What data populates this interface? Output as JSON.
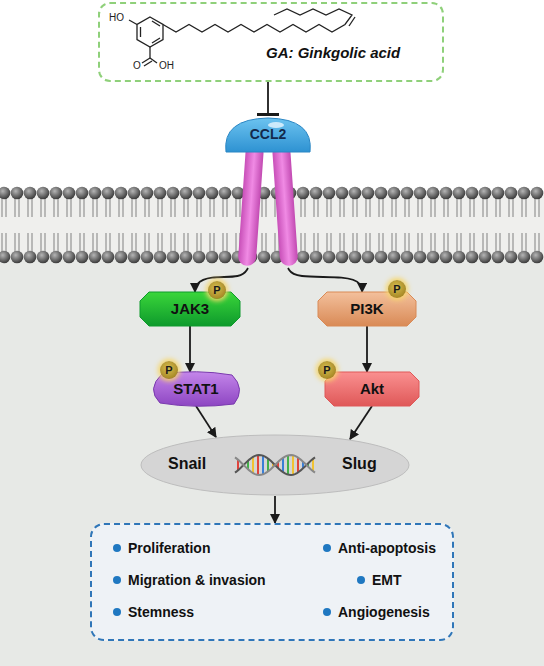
{
  "diagram": {
    "nodes": [
      {
        "text": [
          "GA: Ginkgolic acid"
        ]
      },
      {
        "text": [
          "CCL2"
        ]
      },
      {
        "text": [
          "JAK3"
        ]
      },
      {
        "text": [
          "PI3K"
        ]
      },
      {
        "text": [
          "STAT1"
        ]
      },
      {
        "text": [
          "Akt"
        ]
      },
      {
        "text": [
          "Snail",
          "Slug"
        ]
      },
      {
        "text": [
          "Proliferation",
          "Anti-apoptosis",
          "Migration & invasion",
          "EMT",
          "Stemness",
          "Angiogenesis"
        ]
      }
    ],
    "edges": [
      {
        "from": 0,
        "to": 1,
        "arrow": "to"
      },
      {
        "from": 1,
        "to": 2,
        "arrow": "to"
      },
      {
        "from": 1,
        "to": 3,
        "arrow": "to"
      },
      {
        "from": 2,
        "to": 4,
        "arrow": "to"
      },
      {
        "from": 3,
        "to": 5,
        "arrow": "to"
      },
      {
        "from": 4,
        "to": 6,
        "arrow": "to"
      },
      {
        "from": 5,
        "to": 6,
        "arrow": "to"
      },
      {
        "from": 6,
        "to": 7,
        "arrow": "to"
      }
    ],
    "labels": [
      "HO",
      "O",
      "OH",
      "P",
      "P",
      "P",
      "P"
    ]
  }
}
